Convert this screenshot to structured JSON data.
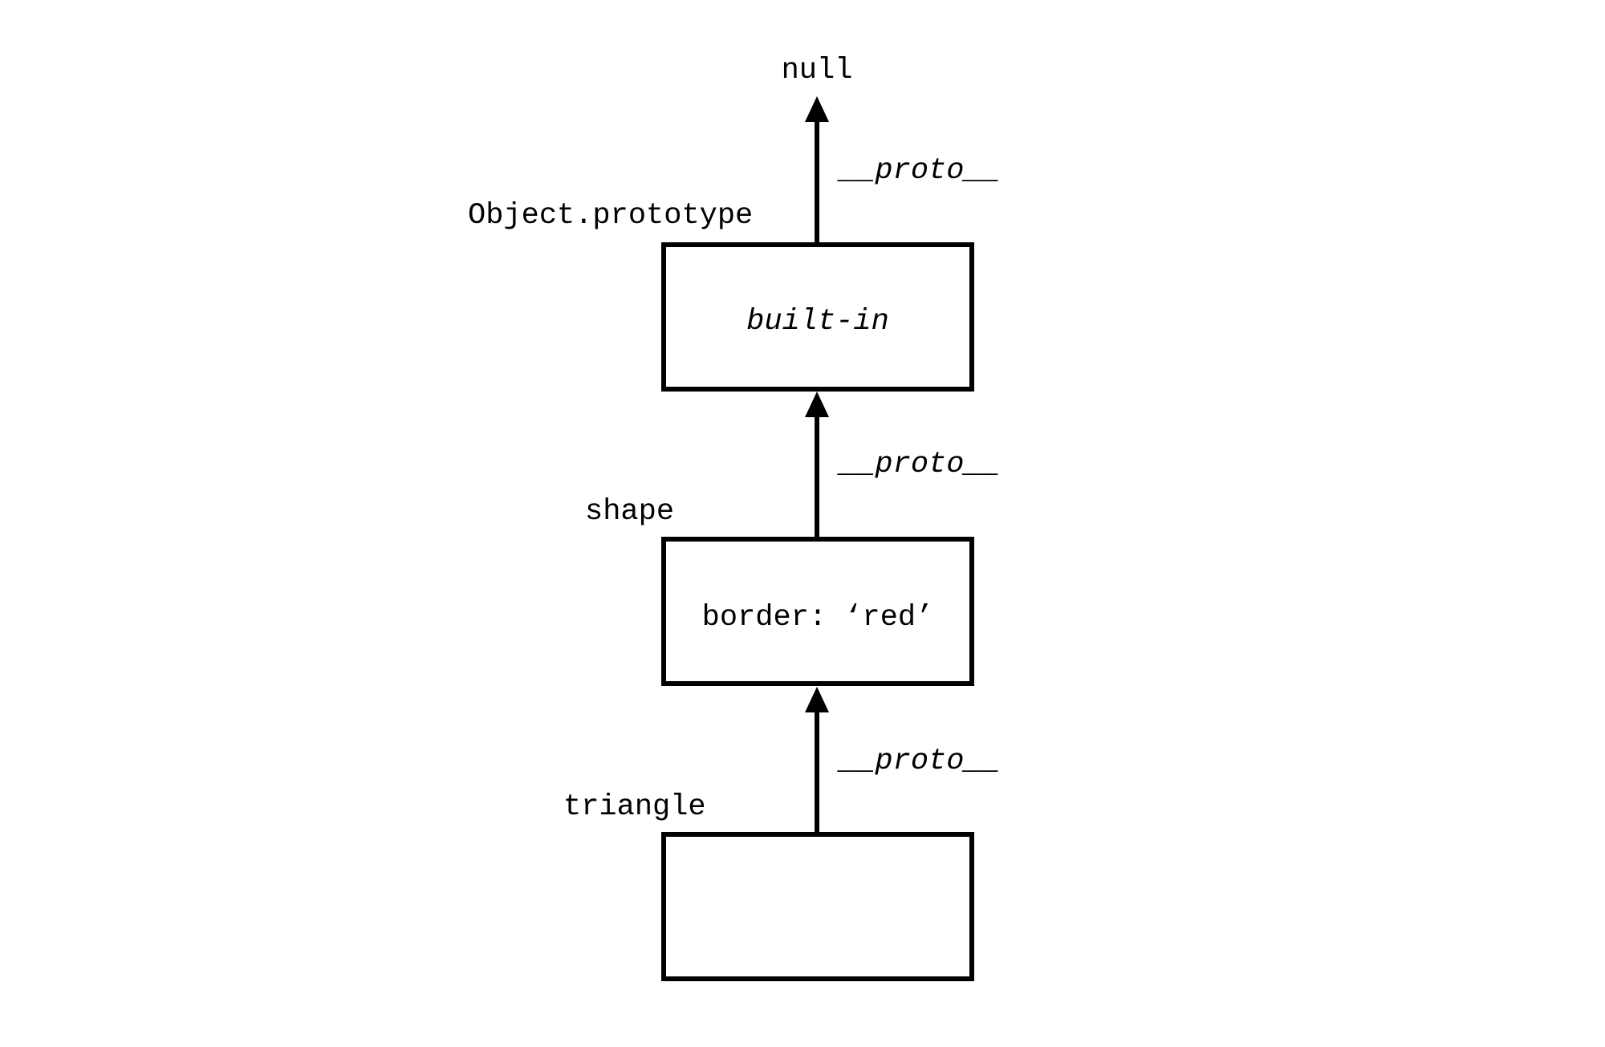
{
  "colors": {
    "stroke": "#000000",
    "background": "#ffffff"
  },
  "top_label": "null",
  "link_label": "__proto__",
  "objects": [
    {
      "name": "Object.prototype",
      "content": "built-in"
    },
    {
      "name": "shape",
      "content": "border: ‘red’"
    },
    {
      "name": "triangle",
      "content": ""
    }
  ]
}
